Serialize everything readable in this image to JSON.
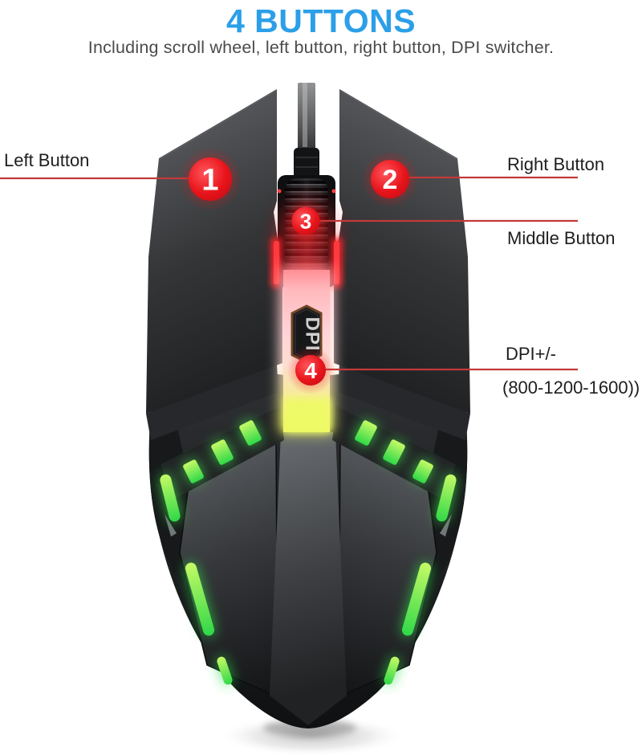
{
  "header": {
    "title": "4 BUTTONS",
    "subtitle": "Including scroll wheel, left button, right button, DPI switcher."
  },
  "callouts": {
    "left_button": {
      "number": "1",
      "label": "Left Button"
    },
    "right_button": {
      "number": "2",
      "label": "Right Button"
    },
    "middle_button": {
      "number": "3",
      "label": "Middle Button"
    },
    "dpi_switcher": {
      "number": "4",
      "label": "DPI+/-",
      "sublabel": "(800-1200-1600))"
    }
  },
  "mouse": {
    "dpi_button_label": "DPI"
  },
  "colors": {
    "title_blue": "#2b9fe8",
    "callout_red": "#e8141b",
    "line_red": "#c23a3a",
    "led_green": "#3ce24c",
    "stripe_pink": "#ffc6ca",
    "stripe_yellow": "#eef564",
    "body_dark": "#2b2d2f"
  }
}
